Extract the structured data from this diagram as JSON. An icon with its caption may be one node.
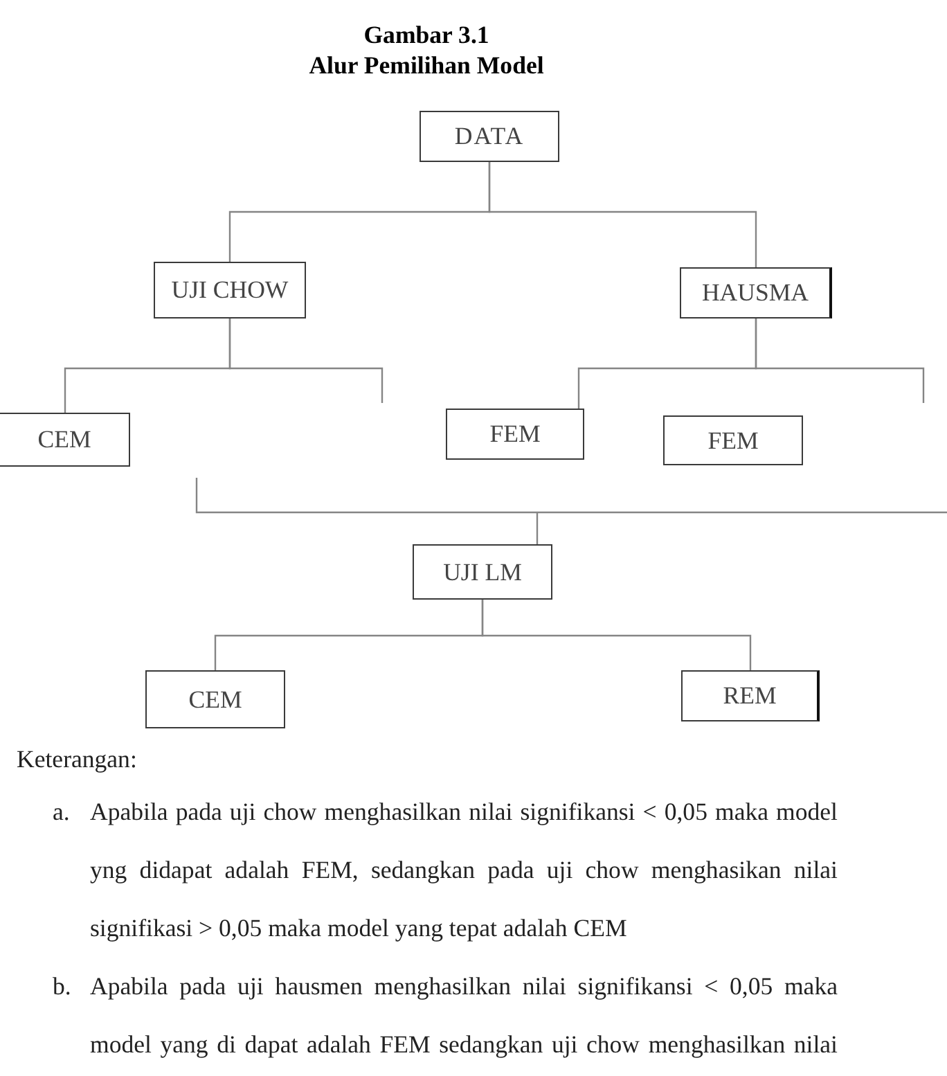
{
  "diagram": {
    "title": "Gambar 3.1",
    "nodes": [
      {
        "text": [
          "DATA"
        ]
      },
      {
        "text": [
          "UJI CHOW"
        ]
      },
      {
        "text": [
          "HAUSMA"
        ]
      },
      {
        "text": [
          "CEM"
        ]
      },
      {
        "text": [
          "FEM"
        ]
      },
      {
        "text": [
          "FEM"
        ]
      },
      {
        "text": [
          "UJI LM"
        ]
      },
      {
        "text": [
          "CEM"
        ]
      },
      {
        "text": [
          "REM"
        ]
      }
    ],
    "edges": [
      {
        "from": 0,
        "to": 1,
        "arrow": "none"
      },
      {
        "from": 0,
        "to": 2,
        "arrow": "none"
      },
      {
        "from": 1,
        "to": 3,
        "arrow": "none"
      },
      {
        "from": 1,
        "to": null,
        "arrow": "none"
      },
      {
        "from": 2,
        "to": 4,
        "arrow": "none"
      },
      {
        "from": 2,
        "to": null,
        "arrow": "none"
      },
      {
        "from": null,
        "to": 6,
        "arrow": "none"
      },
      {
        "from": 6,
        "to": 7,
        "arrow": "none"
      },
      {
        "from": 6,
        "to": 8,
        "arrow": "none"
      }
    ],
    "labels": [
      "Alur Pemilihan Model",
      "Keterangan:",
      "a.",
      "Apabila pada uji chow menghasilkan nilai signifikansi < 0,05 maka model yng didapat adalah FEM, sedangkan pada uji chow menghasikan nilai signifikasi > 0,05 maka model yang tepat adalah CEM",
      "b.",
      "Apabila pada uji hausmen menghasilkan nilai signifikansi < 0,05 maka model yang di dapat adalah FEM sedangkan uji chow menghasilkan nilai"
    ]
  }
}
